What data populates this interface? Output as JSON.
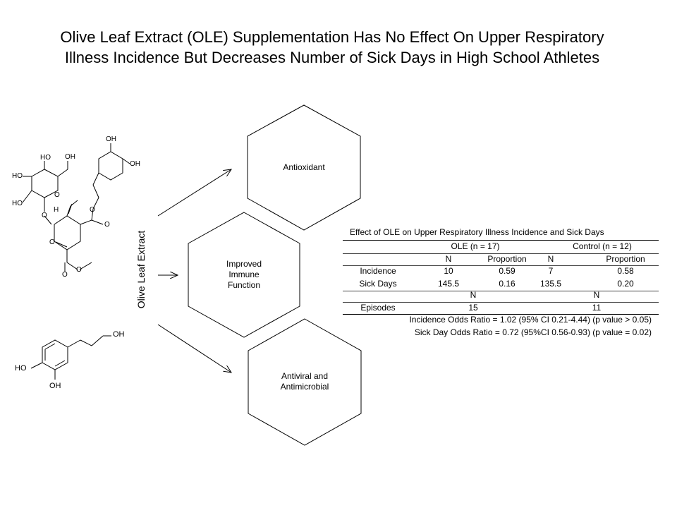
{
  "title": "Olive Leaf Extract (OLE) Supplementation Has No Effect On Upper Respiratory Illness Incidence But Decreases Number of Sick Days in High School Athletes",
  "vertical_label": "Olive Leaf Extract",
  "molecule_labels": {
    "oh1": "OH",
    "oh2": "OH",
    "oh3": "HO",
    "oh4": "HO",
    "oh5": "OH",
    "oh6": "HO",
    "o1": "O",
    "o2": "O",
    "o3": "O",
    "o4": "O",
    "o5": "O",
    "o6": "O",
    "o7": "O",
    "h1": "H",
    "ht_oh": "OH",
    "ht_ho": "HO",
    "ht_oh2": "OH"
  },
  "hexagons": {
    "top": "Antioxidant",
    "middle": [
      "Improved",
      "Immune",
      "Function"
    ],
    "bottom": [
      "Antiviral and",
      "Antimicrobial"
    ]
  },
  "table": {
    "caption": "Effect of OLE on Upper Respiratory Illness Incidence and Sick Days",
    "group_ole": "OLE (n = 17)",
    "group_control": "Control (n = 12)",
    "col_n": "N",
    "col_prop": "Proportion",
    "rows": [
      {
        "label": "Incidence",
        "ole_n": "10",
        "ole_p": "0.59",
        "ctl_n": "7",
        "ctl_p": "0.58"
      },
      {
        "label": "Sick Days",
        "ole_n": "145.5",
        "ole_p": "0.16",
        "ctl_n": "135.5",
        "ctl_p": "0.20"
      }
    ],
    "episodes_label": "Episodes",
    "episodes_ole": "15",
    "episodes_control": "11",
    "note1": "Incidence Odds Ratio = 1.02 (95% CI 0.21-4.44)  (p value  > 0.05)",
    "note2": "Sick Day Odds Ratio = 0.72 (95%CI 0.56-0.93)  (p value  = 0.02)"
  }
}
